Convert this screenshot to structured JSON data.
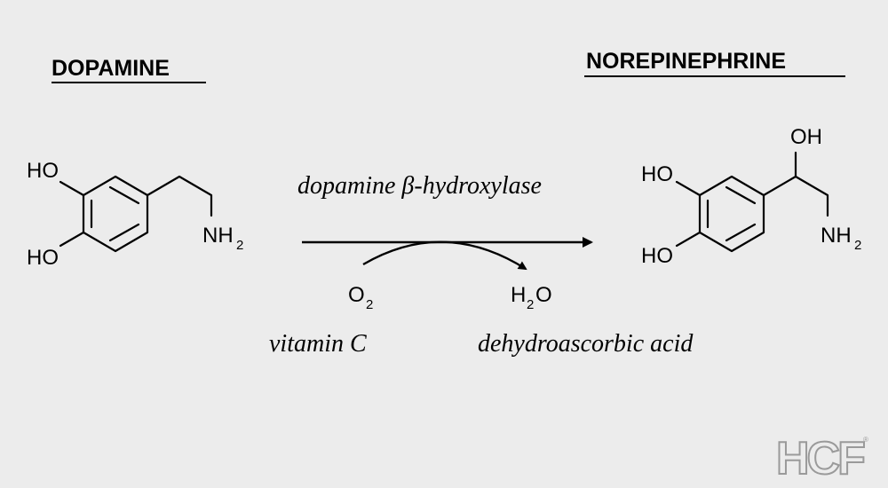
{
  "reactant": {
    "name": "DOPAMINE",
    "ho_top": "HO",
    "ho_bottom": "HO",
    "amine": "NH",
    "amine_sub": "2"
  },
  "product": {
    "name": "NOREPINEPHRINE",
    "oh": "OH",
    "ho_top": "HO",
    "ho_bottom": "HO",
    "amine": "NH",
    "amine_sub": "2"
  },
  "enzyme": "dopamine β-hydroxylase",
  "cofactors": {
    "o2": "O",
    "o2_sub": "2",
    "water_h": "H",
    "water_sub": "2",
    "water_o": "O",
    "vitamin": "vitamin C",
    "byproduct": "dehydroascorbic acid"
  },
  "logo": {
    "text": "HCF",
    "mark": "®"
  }
}
